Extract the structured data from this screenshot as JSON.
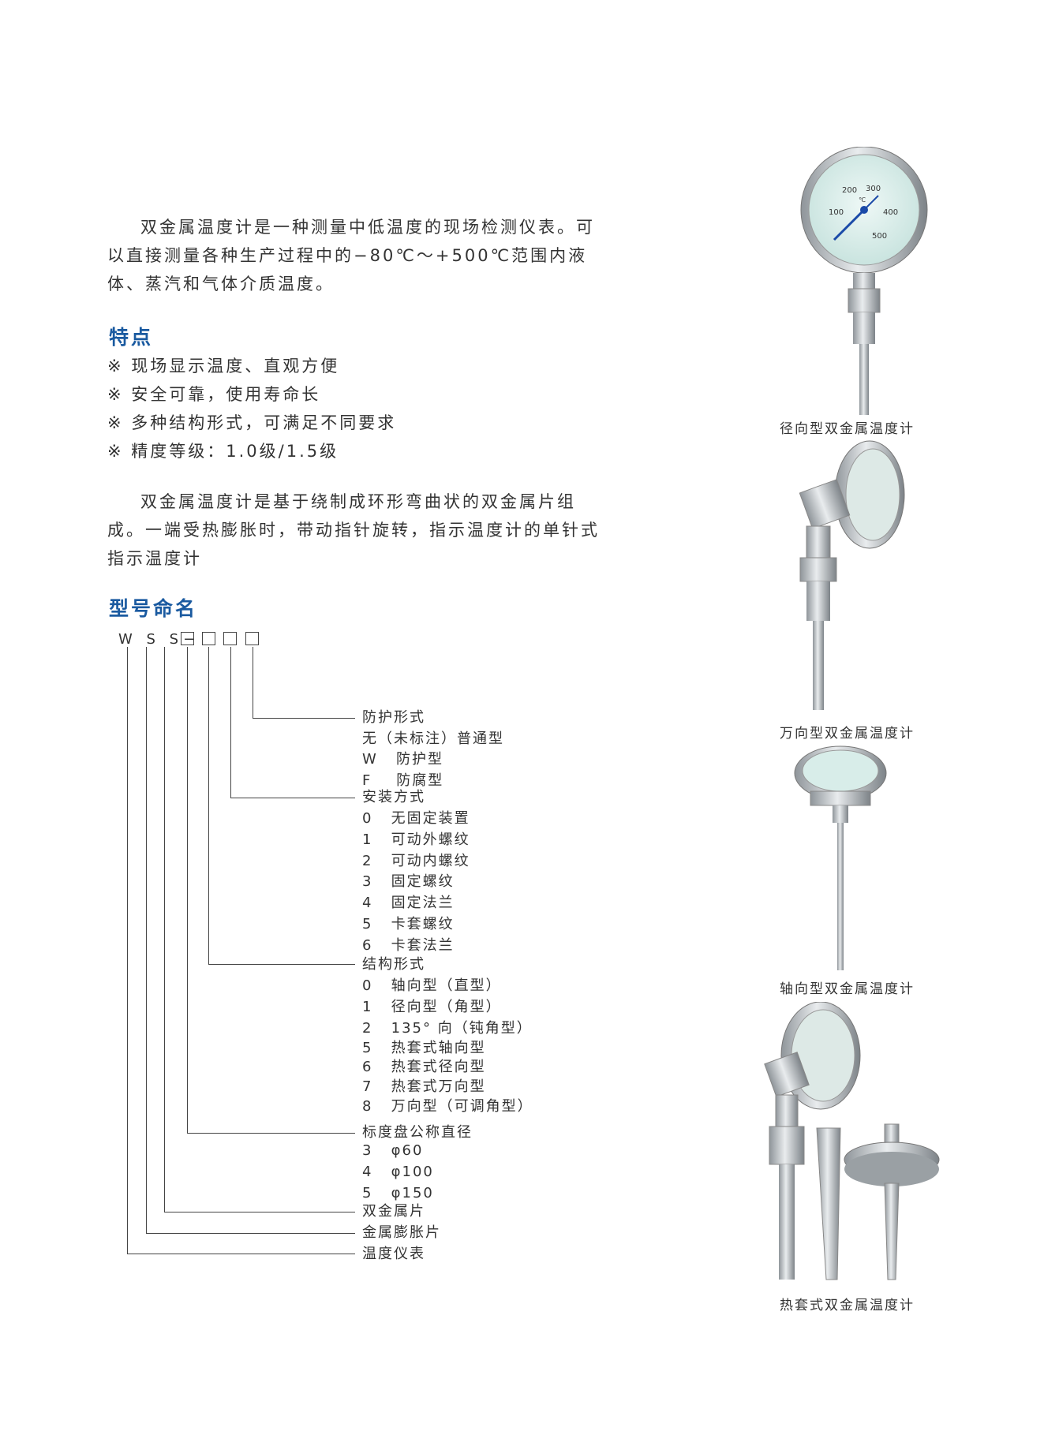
{
  "intro": "双金属温度计是一种测量中低温度的现场检测仪表。可以直接测量各种生产过程中的−80℃～+500℃范围内液体、蒸汽和气体介质温度。",
  "features": {
    "title": "特点",
    "items": [
      "※ 现场显示温度、直观方便",
      "※ 安全可靠，使用寿命长",
      "※ 多种结构形式，可满足不同要求",
      "※ 精度等级：1.0级/1.5级"
    ]
  },
  "principle": "双金属温度计是基于绕制成环形弯曲状的双金属片组成。一端受热膨胀时，带动指针旋转，指示温度计的单针式指示温度计",
  "naming": {
    "title": "型号命名",
    "code": "W S S−",
    "entries": [
      "防护形式",
      "无（未标注）普通型",
      "W   防护型",
      "F    防腐型",
      "安装方式",
      "0   无固定装置",
      "1   可动外螺纹",
      "2   可动内螺纹",
      "3   固定螺纹",
      "4   固定法兰",
      "5   卡套螺纹",
      "6   卡套法兰",
      "结构形式",
      "0   轴向型（直型）",
      "1   径向型（角型）",
      "2   135° 向（钝角型）",
      "5   热套式轴向型",
      "6   热套式径向型",
      "7   热套式万向型",
      "8   万向型（可调角型）",
      "标度盘公称直径",
      "3   φ60",
      "4   φ100",
      "5   φ150",
      "双金属片",
      "金属膨胀片",
      "温度仪表"
    ]
  },
  "products": [
    {
      "caption": "径向型双金属温度计",
      "dial_labels": [
        "100",
        "200",
        "300",
        "400",
        "500",
        "℃"
      ]
    },
    {
      "caption": "万向型双金属温度计"
    },
    {
      "caption": "轴向型双金属温度计"
    },
    {
      "caption": "热套式双金属温度计"
    }
  ],
  "colors": {
    "heading": "#1a5aa0",
    "text": "#333333",
    "dial_face": "#d8ede9"
  }
}
